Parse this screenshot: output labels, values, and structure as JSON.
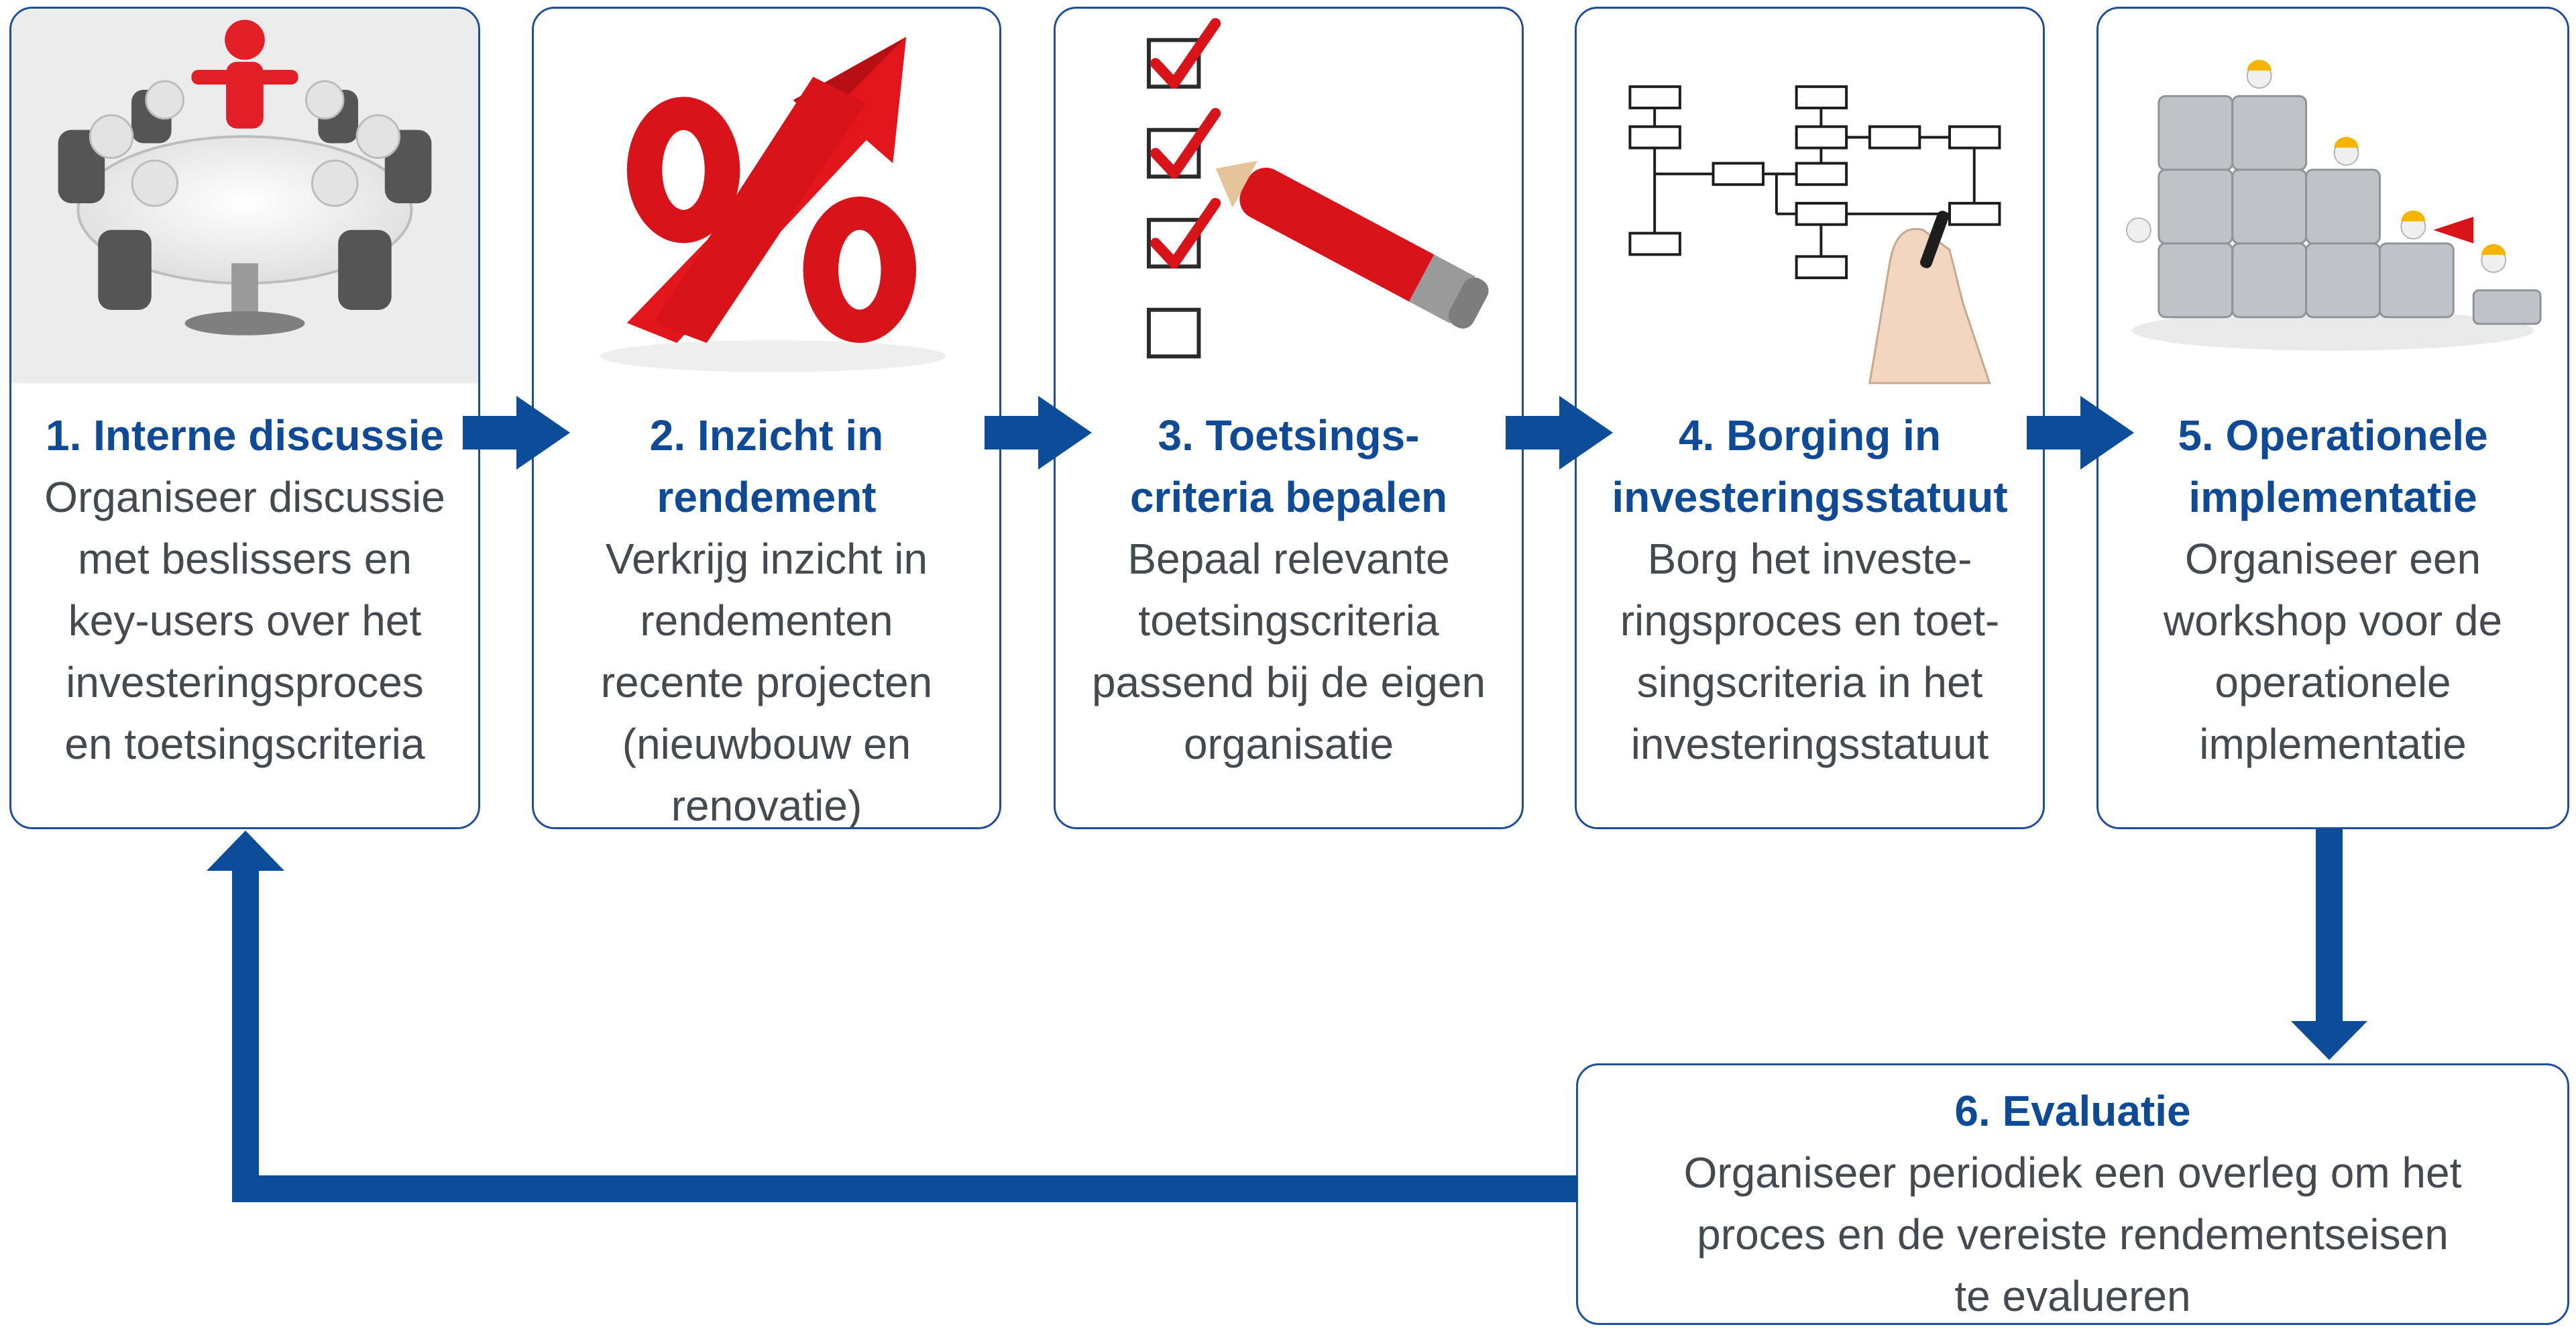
{
  "colors": {
    "accent": "#0f4a96",
    "border": "#1f4e9a",
    "arrow": "#0d4c99",
    "text": "#444a50"
  },
  "steps": [
    {
      "title": "1. Interne discussie",
      "body": "Organiseer discussie\nmet beslissers en\nkey-users over het\ninvesteringsproces\nen toetsingscriteria",
      "icon": "meeting-table-icon"
    },
    {
      "title": "2. Inzicht in\nrendement",
      "body": "Verkrijg inzicht in\nrendementen\nrecente projecten\n(nieuwbouw en\nrenovatie)",
      "icon": "percent-arrow-icon"
    },
    {
      "title": "3. Toetsings-\ncriteria bepalen",
      "body": "Bepaal relevante\ntoetsingscriteria\npassend bij de eigen\norganisatie",
      "icon": "checklist-icon"
    },
    {
      "title": "4. Borging in\ninvesteringsstatuut",
      "body": "Borg het investe-\nringsproces en toet-\nsingscriteria in het\ninvesteringsstatuut",
      "icon": "flowchart-icon"
    },
    {
      "title": "5. Operationele\nimplementatie",
      "body": "Organiseer een\nworkshop voor de\noperationele\nimplementatie",
      "icon": "puzzle-team-icon"
    },
    {
      "title": "6. Evaluatie",
      "body": "Organiseer periodiek een overleg om het\nproces en de vereiste rendementseisen\nte evalueren"
    }
  ]
}
